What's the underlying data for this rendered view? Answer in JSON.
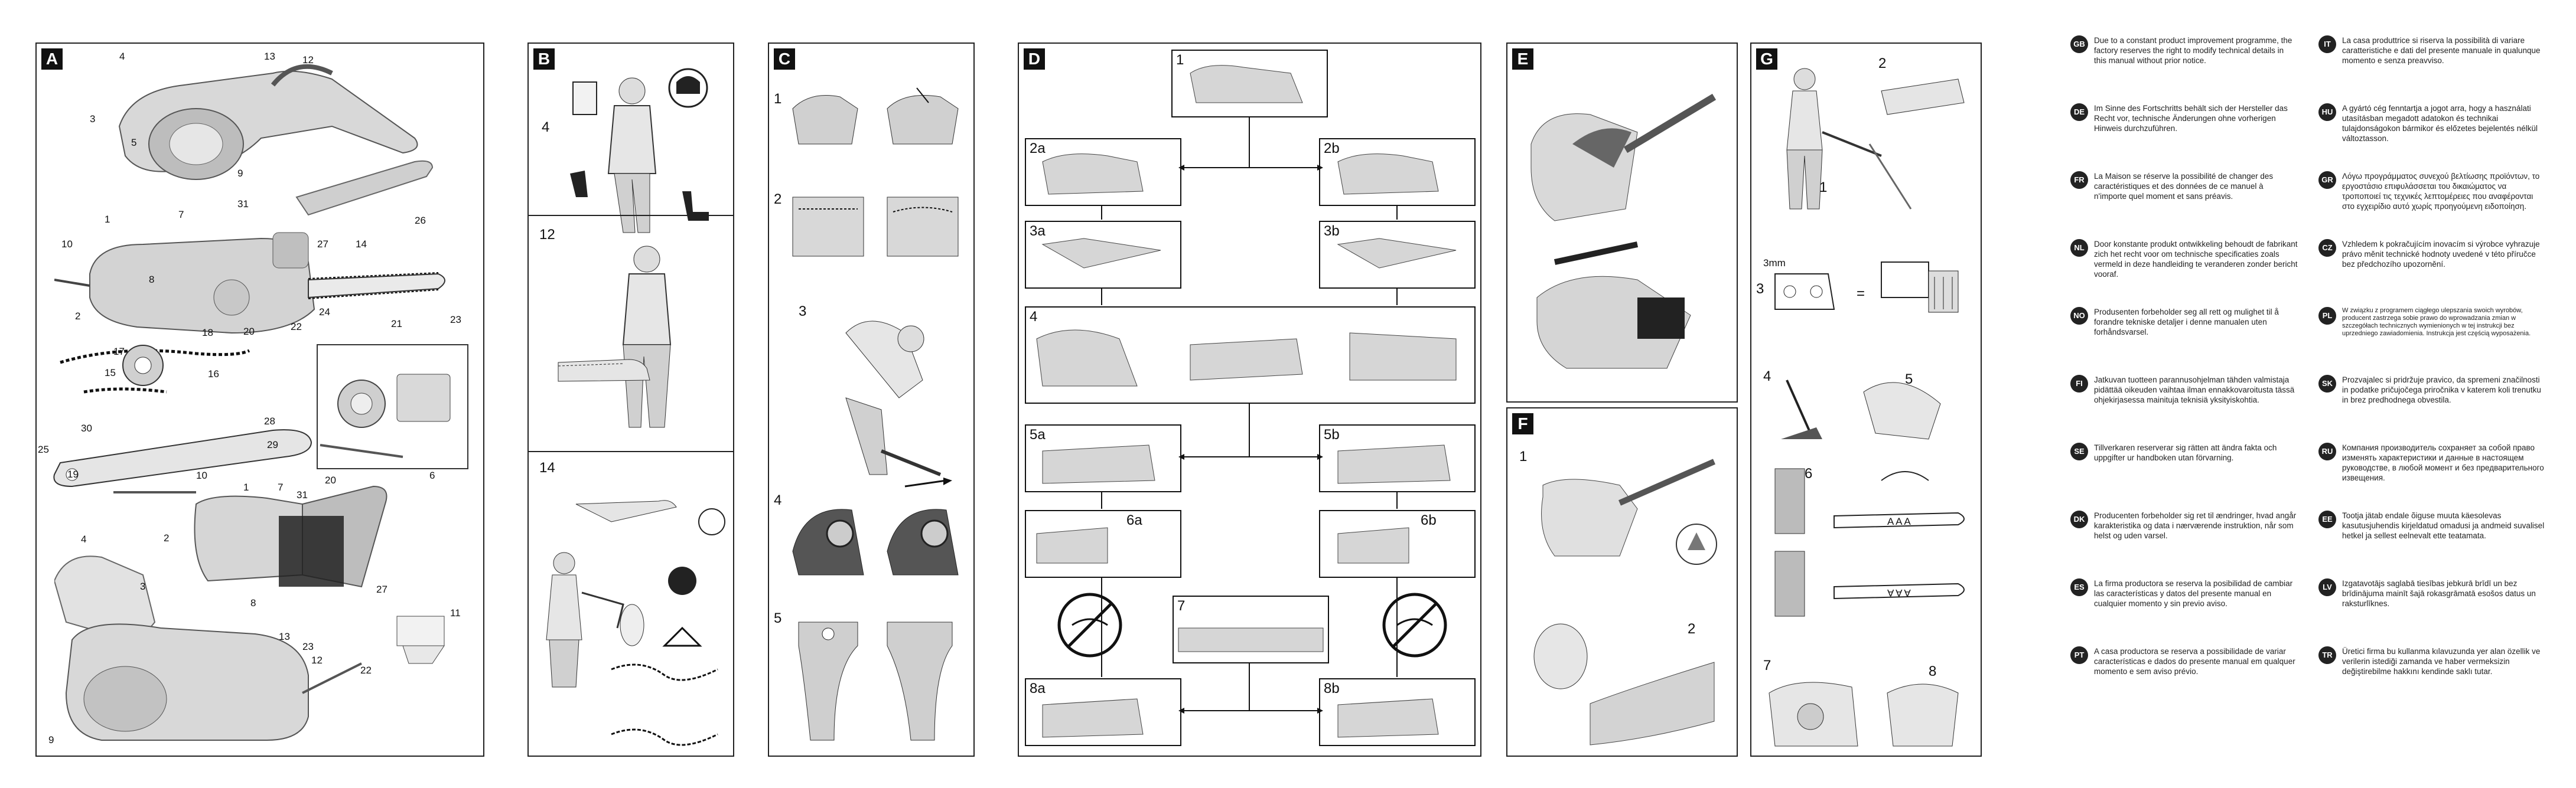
{
  "panels": {
    "A": {
      "label": "A",
      "numbers": [
        "4",
        "13",
        "12",
        "3",
        "5",
        "9",
        "1",
        "7",
        "31",
        "26",
        "10",
        "2",
        "8",
        "20",
        "22",
        "24",
        "27",
        "14",
        "21",
        "23",
        "18",
        "17",
        "15",
        "16",
        "30",
        "28",
        "25",
        "29",
        "19",
        "6",
        "10",
        "1",
        "7",
        "31",
        "20",
        "2",
        "8",
        "27",
        "4",
        "3",
        "13",
        "23",
        "12",
        "22",
        "11",
        "9"
      ]
    },
    "B": {
      "label": "B",
      "numbers": [
        "4",
        "12",
        "14"
      ]
    },
    "C": {
      "label": "C",
      "numbers": [
        "1",
        "2",
        "3",
        "4",
        "5"
      ]
    },
    "D": {
      "label": "D",
      "steps": [
        "1",
        "2a",
        "2b",
        "3a",
        "3b",
        "4",
        "5a",
        "5b",
        "6a",
        "6b",
        "7",
        "8a",
        "8b"
      ]
    },
    "E": {
      "label": "E"
    },
    "F": {
      "label": "F",
      "numbers": [
        "1",
        "2"
      ]
    },
    "G": {
      "label": "G",
      "numbers": [
        "1",
        "2",
        "3mm",
        "3",
        "4",
        "5",
        "6",
        "7",
        "8"
      ],
      "bar_text_top": "A A A",
      "bar_text_bottom": "A A A",
      "equals": "="
    }
  },
  "languages": [
    {
      "code": "GB",
      "text": "Due to a constant product improvement programme, the factory reserves the right to modify technical details in this manual without prior notice."
    },
    {
      "code": "IT",
      "text": "La casa produttrice si riserva la possibilità di variare caratteristiche e dati del presente manuale in qualunque momento e senza preavviso."
    },
    {
      "code": "DE",
      "text": "Im Sinne des Fortschritts behält sich der Hersteller das Recht vor, technische Änderungen ohne vorherigen Hinweis durchzuführen."
    },
    {
      "code": "HU",
      "text": "A gyártó cég fenntartja a jogot arra, hogy a használati utasításban megadott adatokon és technikai tulajdonságokon bármikor és előzetes bejelentés nélkül változtasson."
    },
    {
      "code": "FR",
      "text": "La Maison se réserve la possibilité de changer des caractéristiques et des données de ce manuel à n'importe quel moment et sans préavis."
    },
    {
      "code": "GR",
      "text": "Λόγω προγράμματος συνεχού βελτίωσης προϊόντων, το εργοστάσιο επιφυλάσσεται του δικαιώματος να τροποποιεί τις τεχνικές λεπτομέρειες που αναφέρονται στο εγχειρίδιο αυτό χωρίς προηγούμενη ειδοποίηση."
    },
    {
      "code": "NL",
      "text": "Door konstante produkt ontwikkeling behoudt de fabrikant zich het recht voor om technische specificaties zoals vermeld in deze handleiding te veranderen zonder bericht vooraf."
    },
    {
      "code": "CZ",
      "text": "Vzhledem k pokračujícím inovacím si výrobce vyhrazuje právo měnit technické hodnoty uvedené v této příručce bez předchozího upozornění."
    },
    {
      "code": "NO",
      "text": "Produsenten forbeholder seg all rett og mulighet til å forandre tekniske detaljer i denne manualen uten forhåndsvarsel."
    },
    {
      "code": "PL",
      "text": "W związku z programem ciągłego ulepszania swoich wyrobów, producent zastrzega sobie prawo do wprowadzania zmian w szczegółach technicznych wymienionych w tej instrukcji bez uprzedniego zawiadomienia. Instrukcja jest częścią wyposażenia."
    },
    {
      "code": "FI",
      "text": "Jatkuvan tuotteen parannusohjelman tähden valmistaja pidättää oikeuden vaihtaa ilman ennakkovaroitusta tässä ohjekirjasessa mainituja teknisiä yksityiskohtia."
    },
    {
      "code": "SK",
      "text": "Prozvajalec si pridržuje pravico, da spremeni značilnosti in podatke pričujočega priročnika v katerem koli trenutku in brez predhodnega obvestila."
    },
    {
      "code": "SE",
      "text": "Tillverkaren reserverar sig rätten att ändra fakta och uppgifter ur handboken utan förvarning."
    },
    {
      "code": "RU",
      "text": "Компания производитель сохраняет за собой право изменять характеристики и данные в настоящем руководстве, в любой момент и без предварительного извещения."
    },
    {
      "code": "DK",
      "text": "Producenten forbeholder sig ret til ændringer, hvad angår karakteristika og data i nærværende instruktion, når som helst og uden varsel."
    },
    {
      "code": "EE",
      "text": "Tootja jätab endale õiguse muuta käesolevas kasutusjuhendis kirjeldatud omadusi ja andmeid suvalisel hetkel ja sellest eelnevalt ette teatamata."
    },
    {
      "code": "ES",
      "text": "La firma productora se reserva la posibilidad de cambiar las características y datos del presente manual en cualquier momento y sin previo aviso."
    },
    {
      "code": "LV",
      "text": "Izgatavotājs saglabā tiesības jebkurā brīdī un bez brīdinājuma mainīt šajā rokasgrāmatā esošos datus un raksturlīknes."
    },
    {
      "code": "PT",
      "text": "A casa productora se reserva a possibilidade de variar características e dados do presente manual em qualquer momento e sem aviso prévio."
    },
    {
      "code": "TR",
      "text": "Üretici firma bu kullanma kılavuzunda yer alan özellik ve verilerin istediği zamanda ve haber vermeksizin değiştirebilme hakkını kendinde saklı tutar."
    }
  ]
}
